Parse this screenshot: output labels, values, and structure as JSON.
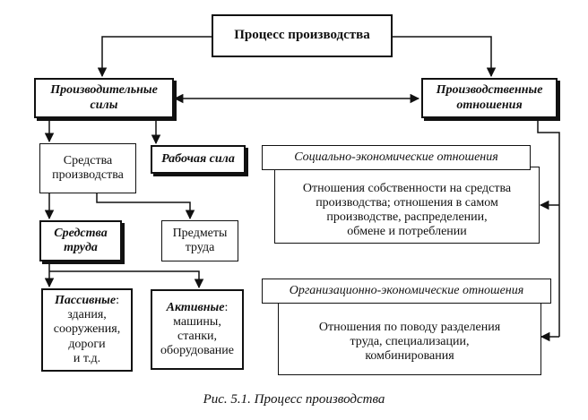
{
  "nodes": {
    "root": "Процесс производства",
    "productive_forces": [
      "Производительные",
      "силы"
    ],
    "production_relations": [
      "Производственные",
      "отношения"
    ],
    "means_of_production": [
      "Средства",
      "производства"
    ],
    "labor_force": "Рабочая сила",
    "means_of_labor": [
      "Средства",
      "труда"
    ],
    "objects_of_labor": [
      "Предметы",
      "труда"
    ],
    "passive_means": {
      "heading": "Пассивные",
      "suffix": ":",
      "lines": [
        "здания,",
        "сооружения,",
        "дороги",
        "и т.д."
      ]
    },
    "active_means": {
      "heading": "Активные",
      "suffix": ":",
      "lines": [
        "машины,",
        "станки,",
        "оборудование"
      ]
    },
    "socio_economic": {
      "title": "Социально-экономические отношения",
      "lines": [
        "Отношения собственности на средства",
        "производства; отношения в самом",
        "производстве, распределении,",
        "обмене и потреблении"
      ]
    },
    "org_economic": {
      "title": "Организационно-экономические отношения",
      "lines": [
        "Отношения по поводу разделения",
        "труда, специализации,",
        "комбинирования"
      ]
    }
  },
  "caption": "Рис. 5.1. Процесс производства"
}
